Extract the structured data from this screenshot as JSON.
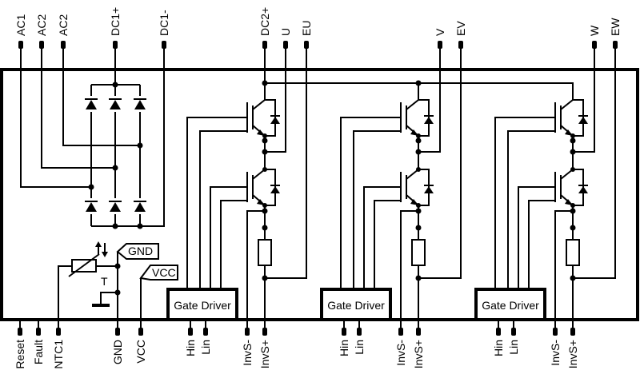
{
  "pins_top": {
    "ac1": "AC1",
    "ac2a": "AC2",
    "ac2b": "AC2",
    "dc1p": "DC1+",
    "dc1m": "DC1-",
    "dc2p": "DC2+",
    "u": "U",
    "eu": "EU",
    "v": "V",
    "ev": "EV",
    "w": "W",
    "ew": "EW"
  },
  "pins_bottom": {
    "reset": "Reset",
    "fault": "Fault",
    "ntc1": "NTC1",
    "gnd": "GND",
    "vcc": "VCC",
    "u": {
      "hin": "Hin",
      "lin": "Lin",
      "invs_m": "InvS-",
      "invs_p": "InvS+"
    },
    "v": {
      "hin": "Hin",
      "lin": "Lin",
      "invs_m": "InvS-",
      "invs_p": "InvS+"
    },
    "w": {
      "hin": "Hin",
      "lin": "Lin",
      "invs_m": "InvS-",
      "invs_p": "InvS+"
    }
  },
  "tags": {
    "gnd": "GND",
    "vcc": "VCC",
    "thermistor": "T"
  },
  "gate_driver_label": "Gate Driver"
}
